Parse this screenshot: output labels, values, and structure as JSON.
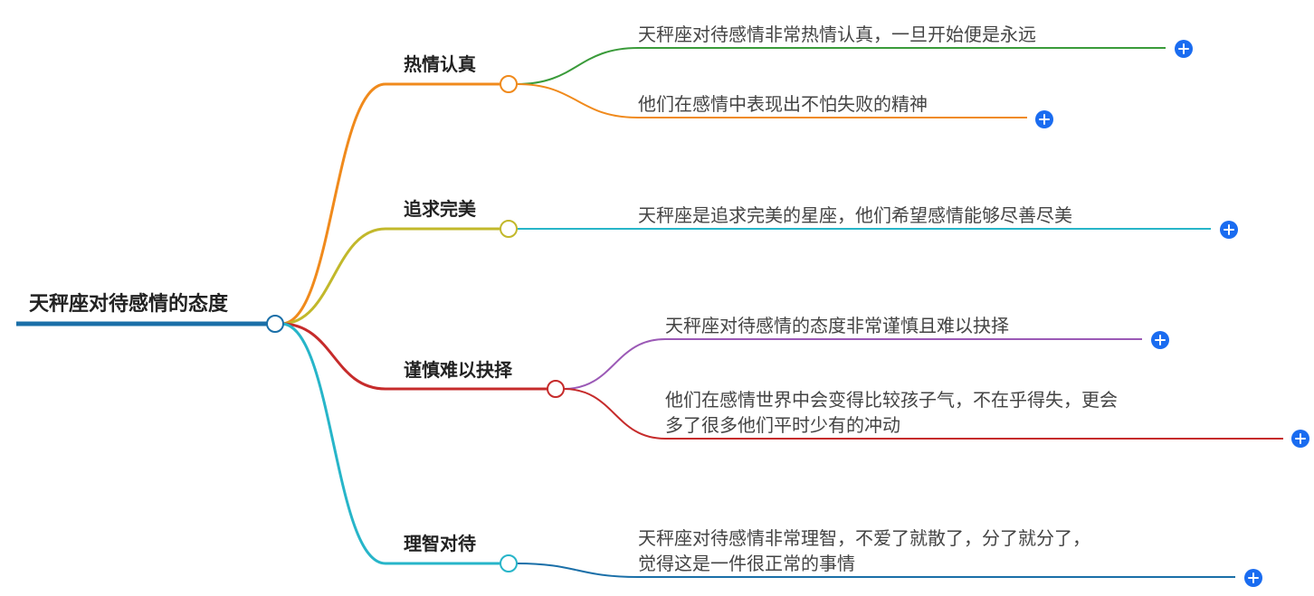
{
  "root": {
    "label": "天秤座对待感情的态度",
    "color": "#1a6fa8"
  },
  "branches": [
    {
      "label": "热情认真",
      "color": "#f08a1c",
      "leaves": [
        {
          "lines": [
            "天秤座对待感情非常热情认真，一旦开始便是永远"
          ],
          "color": "#3a9b3a"
        },
        {
          "lines": [
            "他们在感情中表现出不怕失败的精神"
          ],
          "color": "#f08a1c"
        }
      ]
    },
    {
      "label": "追求完美",
      "color": "#c2b82b",
      "leaves": [
        {
          "lines": [
            "天秤座是追求完美的星座，他们希望感情能够尽善尽美"
          ],
          "color": "#27b5c9"
        }
      ]
    },
    {
      "label": "谨慎难以抉择",
      "color": "#c62b2b",
      "leaves": [
        {
          "lines": [
            "天秤座对待感情的态度非常谨慎且难以抉择"
          ],
          "color": "#9b59b6"
        },
        {
          "lines": [
            "他们在感情世界中会变得比较孩子气，不在乎得失，更会",
            "多了很多他们平时少有的冲动"
          ],
          "color": "#c62b2b"
        }
      ]
    },
    {
      "label": "理智对待",
      "color": "#27b5c9",
      "leaves": [
        {
          "lines": [
            "天秤座对待感情非常理智，不爱了就散了，分了就分了，",
            "觉得这是一件很正常的事情"
          ],
          "color": "#1a6fa8"
        }
      ]
    }
  ]
}
